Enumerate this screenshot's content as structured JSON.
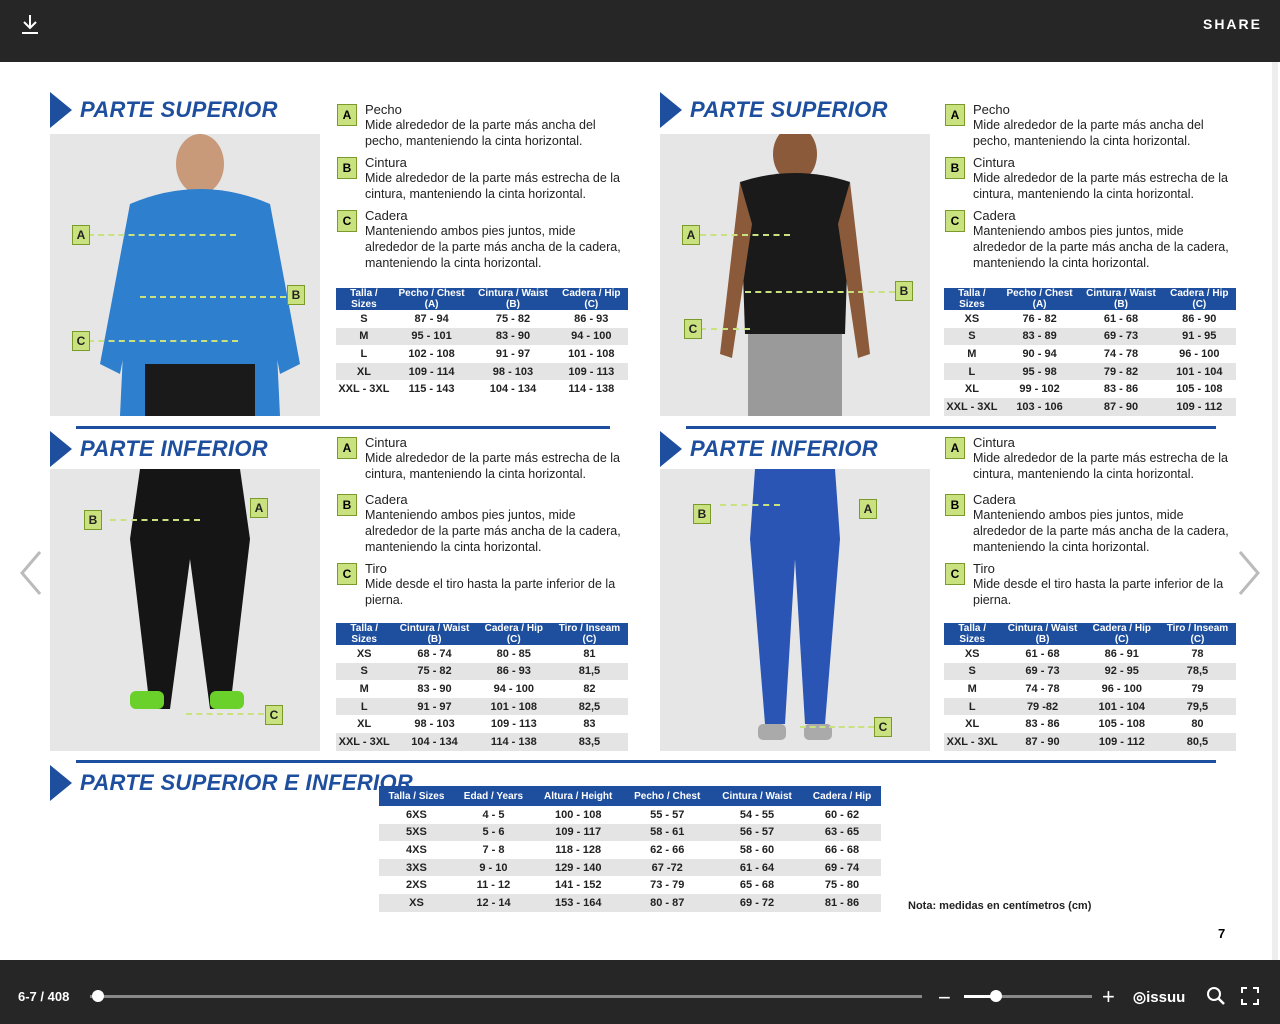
{
  "toolbar": {
    "share_label": "SHARE"
  },
  "viewer": {
    "page_indicator": "6-7 / 408",
    "progress": 0.01,
    "zoom": 0.25,
    "brand": "issuu",
    "page_number": "7"
  },
  "colors": {
    "brand_blue": "#1e4e9e",
    "tag_green": "#c9e17f"
  },
  "sections": {
    "top_left_title": "PARTE SUPERIOR",
    "top_right_title": "PARTE SUPERIOR",
    "mid_left_title": "PARTE INFERIOR",
    "mid_right_title": "PARTE INFERIOR",
    "bottom_title": "PARTE SUPERIOR E INFERIOR"
  },
  "tags": {
    "a": "A",
    "b": "B",
    "c": "C"
  },
  "upper_desc": [
    {
      "tag": "A",
      "head": "Pecho",
      "body": "Mide alrededor de la parte más ancha del pecho, manteniendo la cinta horizontal."
    },
    {
      "tag": "B",
      "head": "Cintura",
      "body": "Mide alrededor de la parte más estrecha de la cintura, manteniendo la cinta horizontal."
    },
    {
      "tag": "C",
      "head": "Cadera",
      "body": "Manteniendo ambos pies juntos, mide alrededor de la parte más ancha de la cadera, manteniendo la cinta horizontal."
    }
  ],
  "lower_desc": [
    {
      "tag": "A",
      "head": "Cintura",
      "body": "Mide alrededor de la parte más estrecha de la cintura, manteniendo la cinta horizontal."
    },
    {
      "tag": "B",
      "head": "Cadera",
      "body": "Manteniendo ambos pies juntos, mide alrededor de la parte más ancha de la cadera, manteniendo la cinta horizontal."
    },
    {
      "tag": "C",
      "head": "Tiro",
      "body": "Mide desde el tiro hasta la parte inferior de la pierna."
    }
  ],
  "tables": {
    "men_upper": {
      "headers": [
        "Talla / Sizes",
        "Pecho / Chest (A)",
        "Cintura / Waist (B)",
        "Cadera / Hip (C)"
      ],
      "rows": [
        [
          "S",
          "87 - 94",
          "75 - 82",
          "86 - 93"
        ],
        [
          "M",
          "95 - 101",
          "83 - 90",
          "94 - 100"
        ],
        [
          "L",
          "102 - 108",
          "91 - 97",
          "101 - 108"
        ],
        [
          "XL",
          "109 - 114",
          "98 - 103",
          "109 - 113"
        ],
        [
          "XXL - 3XL",
          "115 - 143",
          "104 - 134",
          "114 - 138"
        ]
      ]
    },
    "women_upper": {
      "headers": [
        "Talla / Sizes",
        "Pecho / Chest (A)",
        "Cintura / Waist (B)",
        "Cadera / Hip (C)"
      ],
      "rows": [
        [
          "XS",
          "76 - 82",
          "61 - 68",
          "86 - 90"
        ],
        [
          "S",
          "83 - 89",
          "69 - 73",
          "91 - 95"
        ],
        [
          "M",
          "90 - 94",
          "74 - 78",
          "96 - 100"
        ],
        [
          "L",
          "95 - 98",
          "79 - 82",
          "101 - 104"
        ],
        [
          "XL",
          "99 - 102",
          "83 - 86",
          "105 - 108"
        ],
        [
          "XXL - 3XL",
          "103 - 106",
          "87 - 90",
          "109 - 112"
        ]
      ]
    },
    "men_lower": {
      "headers": [
        "Talla / Sizes",
        "Cintura / Waist (B)",
        "Cadera / Hip (C)",
        "Tiro / Inseam (C)"
      ],
      "rows": [
        [
          "XS",
          "68 - 74",
          "80 - 85",
          "81"
        ],
        [
          "S",
          "75 - 82",
          "86 - 93",
          "81,5"
        ],
        [
          "M",
          "83 - 90",
          "94 - 100",
          "82"
        ],
        [
          "L",
          "91 - 97",
          "101 - 108",
          "82,5"
        ],
        [
          "XL",
          "98 - 103",
          "109 - 113",
          "83"
        ],
        [
          "XXL - 3XL",
          "104 - 134",
          "114 - 138",
          "83,5"
        ]
      ]
    },
    "women_lower": {
      "headers": [
        "Talla / Sizes",
        "Cintura / Waist (B)",
        "Cadera / Hip (C)",
        "Tiro / Inseam (C)"
      ],
      "rows": [
        [
          "XS",
          "61 - 68",
          "86 - 91",
          "78"
        ],
        [
          "S",
          "69 - 73",
          "92 - 95",
          "78,5"
        ],
        [
          "M",
          "74 - 78",
          "96 - 100",
          "79"
        ],
        [
          "L",
          "79 -82",
          "101 - 104",
          "79,5"
        ],
        [
          "XL",
          "83 - 86",
          "105 - 108",
          "80"
        ],
        [
          "XXL - 3XL",
          "87 - 90",
          "109 - 112",
          "80,5"
        ]
      ]
    },
    "kids": {
      "headers": [
        "Talla / Sizes",
        "Edad / Years",
        "Altura / Height",
        "Pecho / Chest",
        "Cintura / Waist",
        "Cadera / Hip"
      ],
      "rows": [
        [
          "6XS",
          "4 - 5",
          "100 - 108",
          "55 - 57",
          "54 - 55",
          "60 - 62"
        ],
        [
          "5XS",
          "5 - 6",
          "109 - 117",
          "58 - 61",
          "56 - 57",
          "63 - 65"
        ],
        [
          "4XS",
          "7 - 8",
          "118 - 128",
          "62 - 66",
          "58 - 60",
          "66 - 68"
        ],
        [
          "3XS",
          "9 - 10",
          "129 - 140",
          "67 -72",
          "61 - 64",
          "69 - 74"
        ],
        [
          "2XS",
          "11 - 12",
          "141 - 152",
          "73 - 79",
          "65 - 68",
          "75 - 80"
        ],
        [
          "XS",
          "12 - 14",
          "153 - 164",
          "80 - 87",
          "69 - 72",
          "81 - 86"
        ]
      ]
    }
  },
  "note": "Nota: medidas en centímetros (cm)"
}
